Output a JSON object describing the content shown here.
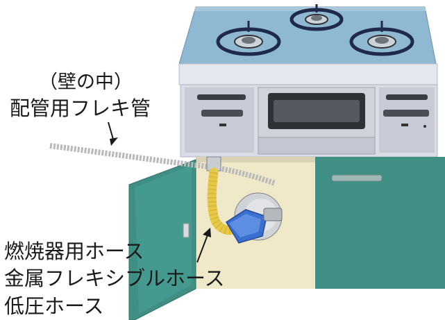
{
  "labels": {
    "wall_pipe_line1": "（壁の中）",
    "wall_pipe_line2": "配管用フレキ管",
    "hose_line1": "燃焼器用ホース",
    "hose_line2": "金属フレキシブルホース",
    "hose_line3": "低圧ホース"
  },
  "colors": {
    "stove_top": "#8fb8d2",
    "stove_body": "#d9dde6",
    "cabinet_interior": "#efe8c9",
    "cabinet_door": "#3f8f85",
    "hose": "#e7c94a",
    "valve": "#3a6fd0",
    "pipe": "#b9b9b9"
  }
}
